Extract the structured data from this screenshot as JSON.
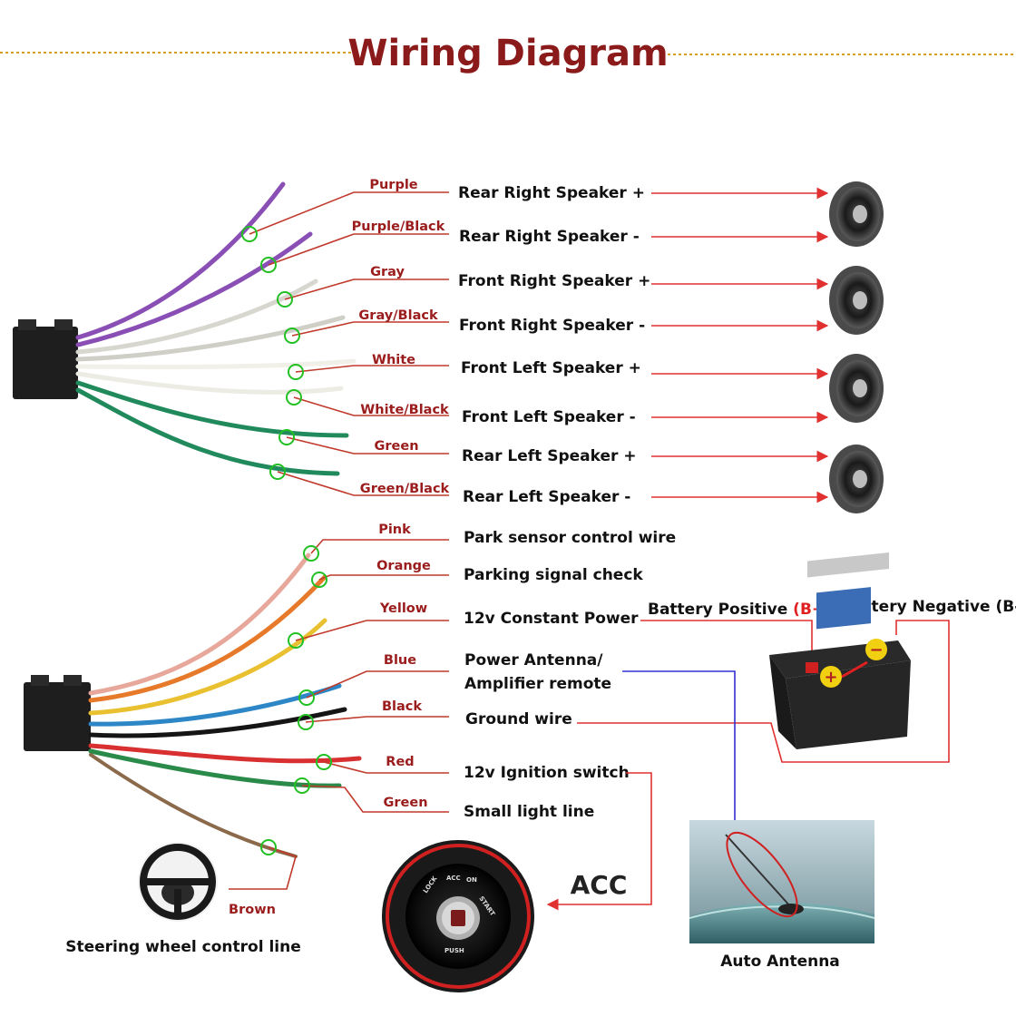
{
  "title": "Wiring Diagram",
  "colors": {
    "title": "#8b1a1a",
    "wire_label": "#9b1c1c",
    "leader_line": "#c0392b",
    "arrow": "#e03030",
    "marker_circle": "#22c022",
    "antenna_line": "#3030d0"
  },
  "top_connector": {
    "wires": [
      {
        "color_label": "Purple",
        "function": "Rear Right Speaker +"
      },
      {
        "color_label": "Purple/Black",
        "function": "Rear Right Speaker -"
      },
      {
        "color_label": "Gray",
        "function": "Front Right Speaker +"
      },
      {
        "color_label": "Gray/Black",
        "function": "Front Right Speaker -"
      },
      {
        "color_label": "White",
        "function": "Front Left Speaker +"
      },
      {
        "color_label": "White/Black",
        "function": "Front Left Speaker -"
      },
      {
        "color_label": "Green",
        "function": "Rear Left Speaker +"
      },
      {
        "color_label": "Green/Black",
        "function": "Rear Left Speaker -"
      }
    ],
    "speaker_icon": "speaker-icon"
  },
  "bottom_connector": {
    "wires": [
      {
        "color_label": "Pink",
        "function": "Park sensor control wire"
      },
      {
        "color_label": "Orange",
        "function": "Parking signal check"
      },
      {
        "color_label": "Yellow",
        "function": "12v Constant Power"
      },
      {
        "color_label": "Blue",
        "function_line1": "Power Antenna/",
        "function_line2": "Amplifier remote"
      },
      {
        "color_label": "Black",
        "function": "Ground wire"
      },
      {
        "color_label": "Red",
        "function": "12v Ignition switch"
      },
      {
        "color_label": "Green",
        "function": "Small light line"
      },
      {
        "color_label": "Brown",
        "function": "Steering wheel control line"
      }
    ]
  },
  "battery": {
    "positive_label": "Battery Positive ",
    "positive_mark": "(B+)",
    "negative_label": "Battery Negative (B-)",
    "plus_symbol": "+",
    "minus_symbol": "−"
  },
  "acc": {
    "label": "ACC",
    "ring_words": [
      "LOCK",
      "ACC",
      "ON",
      "START",
      "PUSH"
    ]
  },
  "antenna": {
    "caption": "Auto Antenna"
  }
}
